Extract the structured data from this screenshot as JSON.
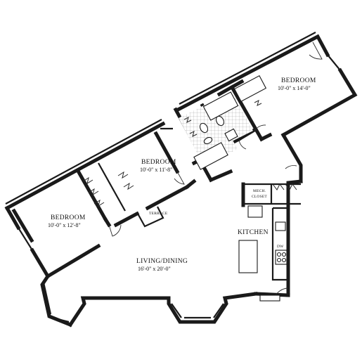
{
  "rooms": {
    "bedroom_1": {
      "name": "Bedroom",
      "dims": "10'-0\" x 14'-0\""
    },
    "bedroom_2": {
      "name": "Bedroom",
      "dims": "10'-0\" x 11'-8\""
    },
    "bedroom_3": {
      "name": "Bedroom",
      "dims": "10'-0\" x 12'-8\""
    },
    "living": {
      "name": "Living/Dining",
      "dims": "16'-0\" x 20'-0\""
    },
    "kitchen": {
      "name": "Kitchen"
    },
    "mech": {
      "line1": "Mech.",
      "line2": "Closet"
    },
    "terrace": {
      "name": "Terrace"
    },
    "dw": {
      "name": "DW"
    }
  }
}
